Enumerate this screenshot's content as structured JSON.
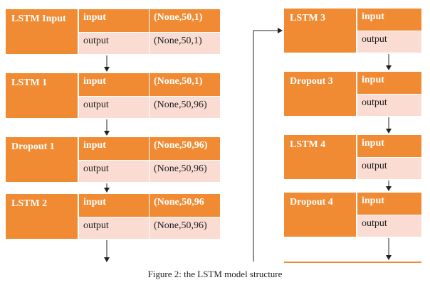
{
  "left_column": [
    {
      "name": "LSTM Input",
      "input_label": "input",
      "input_shape": "(None,50,1)",
      "output_label": "output",
      "output_shape": "(None,50,1)"
    },
    {
      "name": "LSTM 1",
      "input_label": "input",
      "input_shape": "(None,50,1)",
      "output_label": "output",
      "output_shape": "(None,50,96)"
    },
    {
      "name": "Dropout 1",
      "input_label": "input",
      "input_shape": "(None,50,96)",
      "output_label": "output",
      "output_shape": "(None,50,96)"
    },
    {
      "name": "LSTM 2",
      "input_label": "input",
      "input_shape": "(None,50,96",
      "output_label": "output",
      "output_shape": "(None,50,96)"
    }
  ],
  "right_column": [
    {
      "name": "LSTM 3",
      "input_label": "input",
      "output_label": "output"
    },
    {
      "name": "Dropout 3",
      "input_label": "input",
      "output_label": "output"
    },
    {
      "name": "LSTM 4",
      "input_label": "input",
      "output_label": "output"
    },
    {
      "name": "Dropout 4",
      "input_label": "input",
      "output_label": "output"
    }
  ],
  "caption": "Figure 2: the LSTM model structure",
  "colors": {
    "header": "#f08b33",
    "body": "#fadcd3",
    "arrow": "#222222"
  }
}
